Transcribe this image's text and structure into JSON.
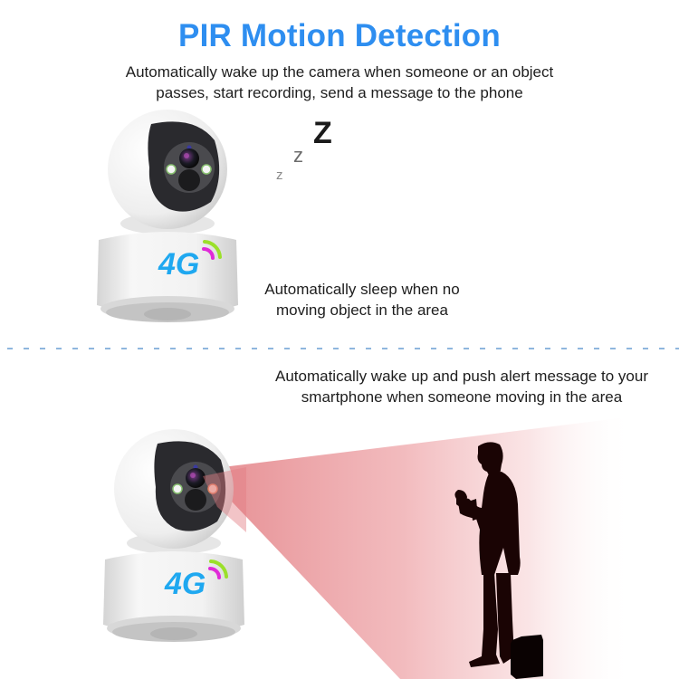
{
  "header": {
    "title": "PIR Motion Detection",
    "subtitle_line1": "Automatically wake up the camera when someone or an object",
    "subtitle_line2": "passes, start recording, send a message to the phone"
  },
  "sleep_section": {
    "z_small": "z",
    "z_medium": "z",
    "z_large": "Z",
    "caption_line1": "Automatically sleep when no",
    "caption_line2": "moving object in the area",
    "camera_badge": "4G"
  },
  "alert_section": {
    "caption_line1": "Automatically wake up and push alert message to your",
    "caption_line2": "smartphone when someone moving in the area",
    "camera_badge": "4G"
  },
  "colors": {
    "title_blue": "#2e8ef0",
    "divider_blue": "#8fb6de",
    "beam_red": "#e88a8e",
    "badge_blue": "#1fa8f0",
    "signal_magenta": "#e02ad8",
    "signal_green": "#9be02a",
    "silhouette": "#1a0404"
  },
  "icons": {
    "sleep": "zzz-sleep-icon",
    "signal": "wireless-signal-icon",
    "person": "person-silhouette-icon",
    "briefcase": "briefcase-icon"
  }
}
